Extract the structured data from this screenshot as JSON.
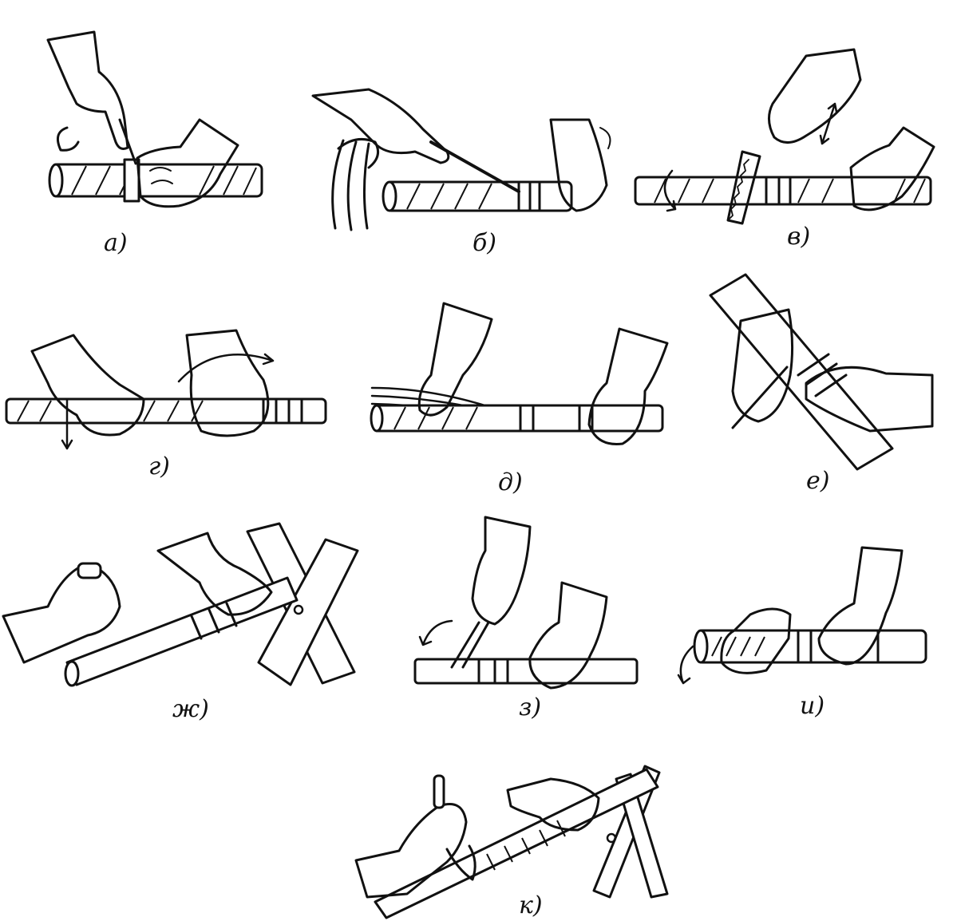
{
  "panels": [
    {
      "id": "a",
      "label": "а)"
    },
    {
      "id": "b",
      "label": "б)"
    },
    {
      "id": "v",
      "label": "в)"
    },
    {
      "id": "g",
      "label": "г)"
    },
    {
      "id": "d",
      "label": "д)"
    },
    {
      "id": "e",
      "label": "е)"
    },
    {
      "id": "zh",
      "label": "ж)"
    },
    {
      "id": "z",
      "label": "з)"
    },
    {
      "id": "i",
      "label": "и)"
    },
    {
      "id": "k",
      "label": "к)"
    }
  ],
  "colors": {
    "ink": "#111111",
    "paper": "#ffffff"
  }
}
